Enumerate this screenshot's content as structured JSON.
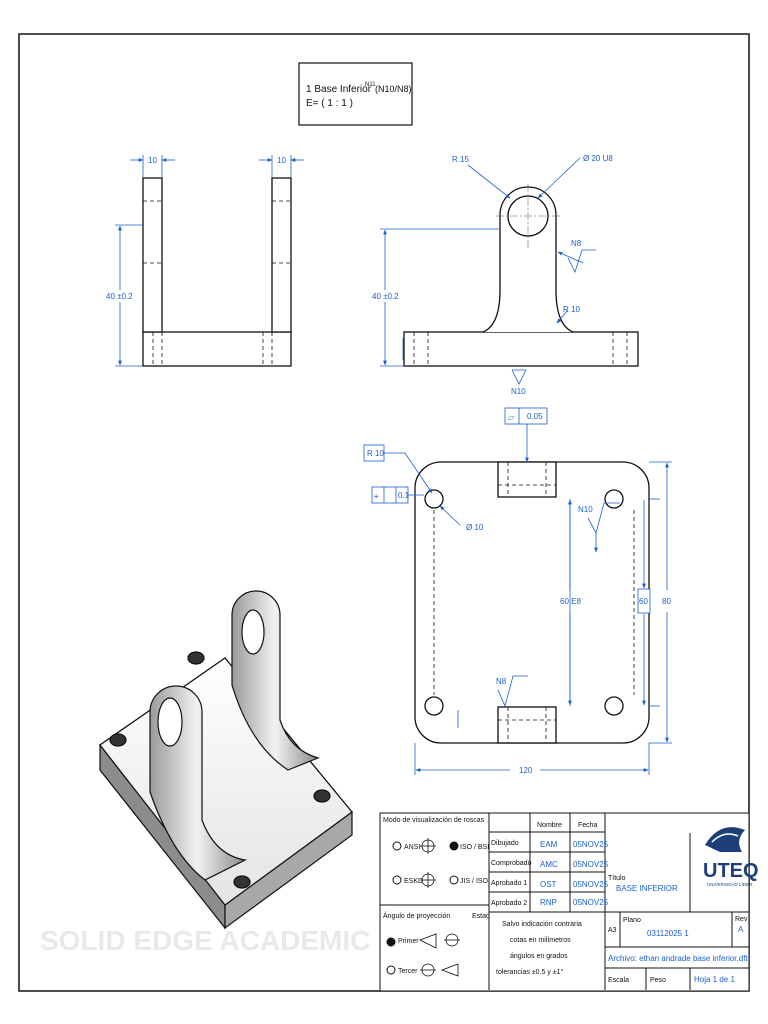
{
  "view_label": {
    "line1": "1 Base Inferior",
    "finish": "N11",
    "finish_paren": "(N10/N8)",
    "line2": "E= ( 1 : 1 )"
  },
  "front_view": {
    "dim_top_left": "10",
    "dim_top_right": "10",
    "dim_height": "40 ±0.2"
  },
  "side_view": {
    "radius": "R 15",
    "hole": "Ø 20 U8",
    "finish_n8": "N8",
    "radius_small": "R 10",
    "dim_height": "40 ±0.2",
    "finish_n10": "N10"
  },
  "top_view": {
    "flatness": "0.05",
    "radius": "R 10",
    "position_tol": "0.1",
    "hole": "Ø 10",
    "finish_n10": "N10",
    "finish_n8": "N8",
    "dim_60": "60 E8",
    "dim_60_box": "60",
    "dim_80": "80",
    "dim_120": "120"
  },
  "watermark": "SOLID EDGE ACADEMIC COPY",
  "title_block": {
    "thread_mode_title": "Modo de visualización de roscas",
    "thread_options": [
      "ANSI",
      "ISO / BSI",
      "ESKD",
      "JIS / ISO"
    ],
    "projection_title": "Ángulo de proyección",
    "projection_options": [
      "Primer",
      "Tercer"
    ],
    "state_label": "Estad",
    "col_name": "Nombre",
    "col_date": "Fecha",
    "rows": [
      {
        "role": "Dibujado",
        "name": "EAM",
        "date": "05NOV25"
      },
      {
        "role": "Comprobado",
        "name": "AMC",
        "date": "05NOV25"
      },
      {
        "role": "Aprobado 1",
        "name": "OST",
        "date": "05NOV25"
      },
      {
        "role": "Aprobado 2",
        "name": "RNP",
        "date": "05NOV25"
      }
    ],
    "general_note": [
      "Salvo indicación contraria",
      "cotas en milímetros",
      "ángulos en grados",
      "tolerancias ±0.5 y ±1°"
    ],
    "title_label": "Título",
    "title_value": "BASE INFERIOR",
    "size": "A3",
    "plan_label": "Plano",
    "plan_value": "03112025 1",
    "rev_label": "Rev",
    "rev_value": "A",
    "file_value": "Archivo: ethan andrade base inferior.dft",
    "scale_label": "Escala",
    "weight_label": "Peso",
    "sheet_value": "Hoja 1 de 1",
    "logo_text": "UTEQ",
    "logo_sub": "UNIVERSIDAD LÍDER"
  },
  "colors": {
    "dimension": "#1a5fd0",
    "line": "#111111"
  }
}
